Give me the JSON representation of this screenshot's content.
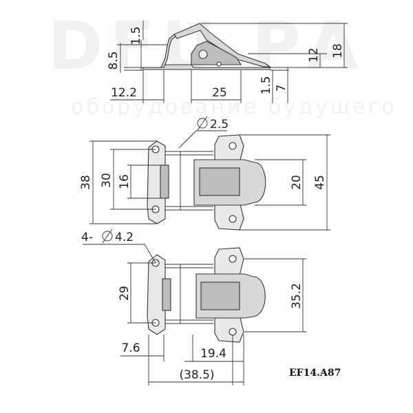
{
  "watermark": {
    "brand": "DFU РА",
    "tagline": "оборудование будущего"
  },
  "side_view": {
    "dims": {
      "h_1_5_top": "1.5",
      "h_8_5": "8.5",
      "h_12": "12",
      "h_18": "18",
      "w_12_2": "12.2",
      "w_25": "25",
      "h_1_5_bottom": "1.5",
      "h_7": "7"
    }
  },
  "top_view": {
    "dims": {
      "dia_2_5": "2.5",
      "h_38": "38",
      "h_30": "30",
      "h_16": "16",
      "h_20": "20",
      "h_45": "45"
    }
  },
  "bottom_view": {
    "dims": {
      "holes": "4-",
      "dia_4_2": "4.2",
      "h_29": "29",
      "h_35_2": "35.2",
      "w_7_6": "7.6",
      "w_19_4": "19.4",
      "w_38_5": "(38.5)"
    }
  },
  "part_code": "EF14.A87"
}
